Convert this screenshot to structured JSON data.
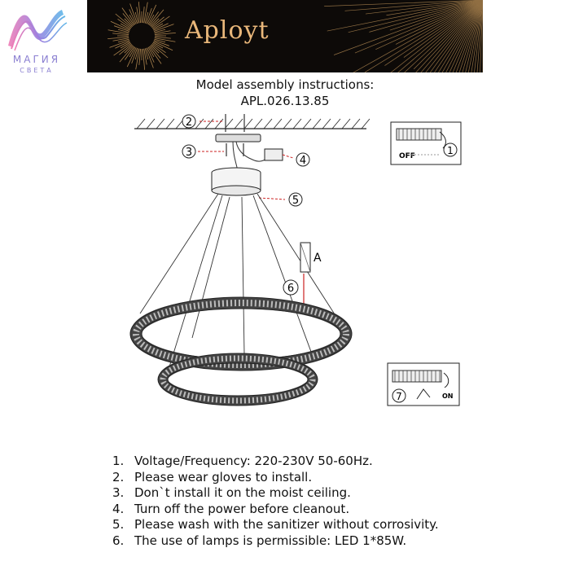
{
  "logo": {
    "word_top": "МАГИЯ",
    "word_bottom": "СВЕТА"
  },
  "banner": {
    "brand": "Aployt"
  },
  "heading": {
    "title": "Model assembly instructions:",
    "model": "APL.026.13.85"
  },
  "diagram": {
    "callouts": [
      "2",
      "3",
      "4",
      "5",
      "6"
    ],
    "part_label": "A",
    "inset_top": {
      "switch_label": "OFF",
      "step": "1"
    },
    "inset_bottom": {
      "switch_label": "ON",
      "step": "7"
    }
  },
  "instructions": [
    {
      "num": "1.",
      "text": "Voltage/Frequency: 220-230V 50-60Hz."
    },
    {
      "num": "2.",
      "text": "Please wear gloves to install."
    },
    {
      "num": "3.",
      "text": "Don`t install it on the moist ceiling."
    },
    {
      "num": "4.",
      "text": "Turn off the power before cleanout."
    },
    {
      "num": "5.",
      "text": "Please wash with the sanitizer without corrosivity."
    },
    {
      "num": "6.",
      "text": "The use of lamps is permissible: LED 1*85W."
    }
  ]
}
